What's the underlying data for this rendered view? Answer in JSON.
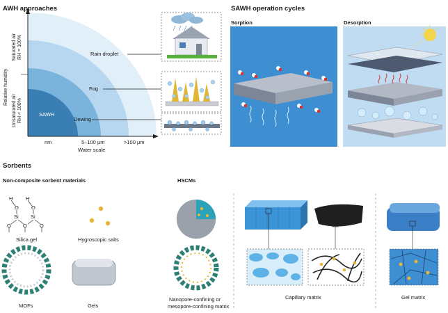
{
  "awh": {
    "title": "AWH approaches",
    "y_axis": "Relative humidity",
    "saturated_line1": "Saturated air",
    "saturated_line2": "RH = 100%",
    "unsaturated_line1": "Unsaturated air",
    "unsaturated_line2": "RH < 100%",
    "x_axis": "Water scale",
    "ticks": [
      "nm",
      "5–100 μm",
      ">100 μm"
    ],
    "regions": [
      "SAWH",
      "Dewing",
      "Fog",
      "Rain droplet"
    ],
    "colors": {
      "sawh": "#3a7fb3",
      "dewing": "#7ab3dc",
      "fog": "#b6d7ef",
      "rain": "#e1eff9"
    }
  },
  "sawh_cycles": {
    "title": "SAWH operation cycles",
    "sorption": "Sorption",
    "desorption": "Desorption",
    "colors": {
      "sorption_bg": "#3d8fd2",
      "desorption_bg": "#bfdcf2"
    }
  },
  "sorbents": {
    "title": "Sorbents",
    "non_composite_title": "Non-composite sorbent materials",
    "hscm_title": "HSCMs",
    "items": [
      "Silica gel",
      "Hygroscopic salts",
      "MOFs",
      "Gels"
    ],
    "hscm_items": [
      "Nanopore-confining or",
      "mesopore-confining matrix",
      "Capillary matrix",
      "Gel matrix"
    ],
    "silica_atoms": [
      "H",
      "O",
      "Si",
      "O",
      "H",
      "O",
      "Si",
      "O",
      "O"
    ]
  }
}
